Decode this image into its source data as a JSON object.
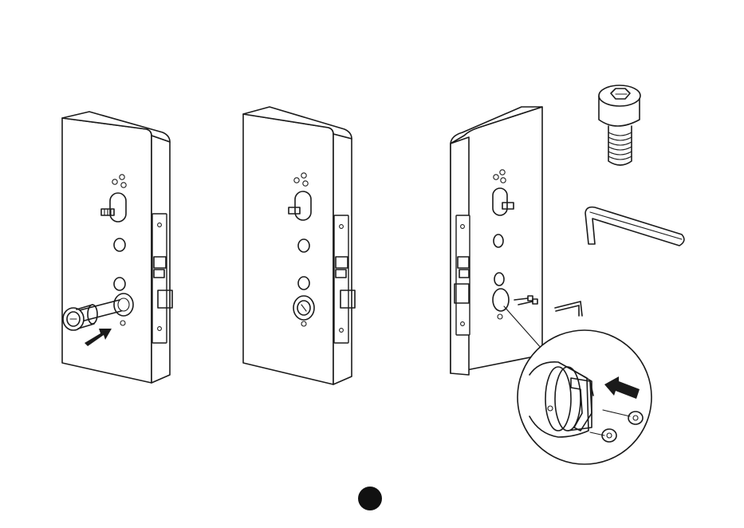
{
  "figure": {
    "steps": [
      {
        "name": "insert-cylinder"
      },
      {
        "name": "cylinder-installed"
      },
      {
        "name": "fasten-screws"
      }
    ],
    "parts": [
      {
        "name": "hex-socket-screw"
      },
      {
        "name": "allen-key"
      }
    ]
  },
  "page": {
    "number": ""
  },
  "colors": {
    "ink": "#1a1a1a",
    "background": "#ffffff"
  }
}
